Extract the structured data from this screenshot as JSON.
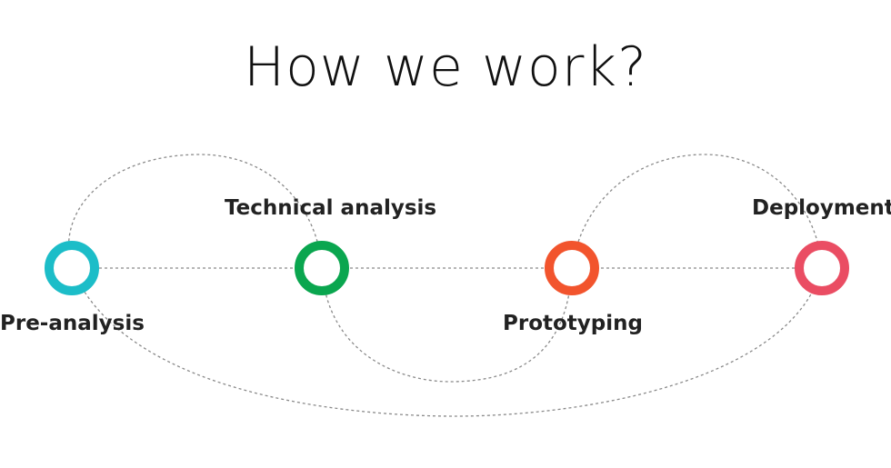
{
  "title": "How we work?",
  "steps": [
    {
      "label": "Pre-analysis",
      "color": "#1cbdc8"
    },
    {
      "label": "Technical analysis",
      "color": "#0aa64f"
    },
    {
      "label": "Prototyping",
      "color": "#f2542d"
    },
    {
      "label": "Deployment",
      "color": "#ea4d63"
    }
  ],
  "colors": {
    "dashed_line": "#8a8a8a",
    "text": "#222222"
  }
}
